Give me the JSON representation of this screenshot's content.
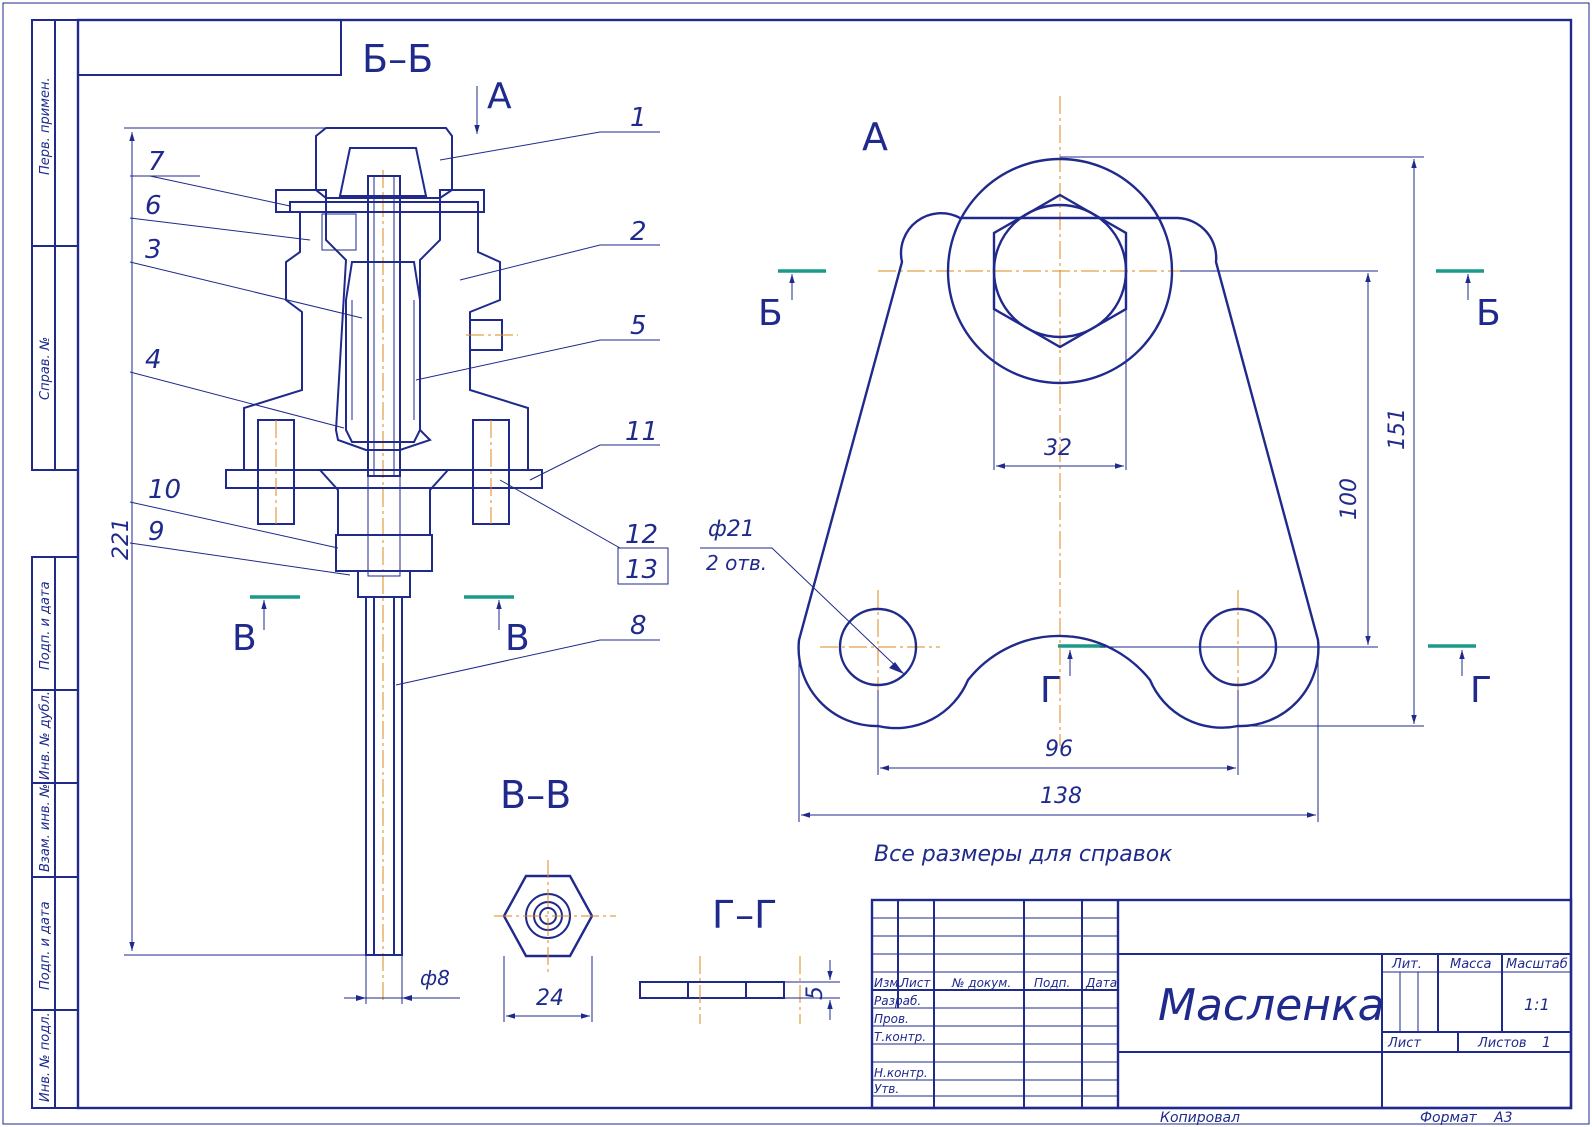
{
  "sheet": {
    "side_labels": [
      "Перв. примен.",
      "Справ. №",
      "Подп. и дата",
      "Инв. № дубл.",
      "Взам. инв. №",
      "Подп. и дата",
      "Инв. № подл."
    ]
  },
  "views": {
    "section_bb": "Б–Б",
    "view_a_arrow": "А",
    "view_a_title": "А",
    "section_vv": "В–В",
    "section_gg": "Г–Г",
    "cut_b_left": "Б",
    "cut_b_right": "Б",
    "cut_v_left": "В",
    "cut_v_right": "В",
    "cut_g_left": "Г",
    "cut_g_right": "Г"
  },
  "leaders": [
    "1",
    "2",
    "3",
    "4",
    "5",
    "6",
    "7",
    "8",
    "9",
    "10",
    "11",
    "12",
    "13"
  ],
  "dimensions": {
    "d221": "221",
    "d8": "ф8",
    "d24": "24",
    "d5": "5",
    "d32": "32",
    "d151": "151",
    "d100": "100",
    "d21": "ф21",
    "holes": "2 отв.",
    "d96": "96",
    "d138": "138"
  },
  "note": "Все размеры для справок",
  "title_block": {
    "name": "Масленка",
    "headers": {
      "izm": "Изм.",
      "list": "Лист",
      "doc": "№ докум.",
      "sign": "Подп.",
      "date": "Дата"
    },
    "roles": [
      "Разраб.",
      "Пров.",
      "Т.контр.",
      "Н.контр.",
      "Утв."
    ],
    "lit": "Лит.",
    "mass": "Масса",
    "scale_label": "Масштаб",
    "scale_value": "1:1",
    "sheet_label": "Лист",
    "sheets_label": "Листов",
    "sheets_value": "1",
    "copied": "Копировал",
    "format_label": "Формат",
    "format_value": "А3"
  },
  "colors": {
    "line": "#1f2a8c",
    "centerline": "#d98a1a",
    "cutmark": "#1a9a8a"
  }
}
